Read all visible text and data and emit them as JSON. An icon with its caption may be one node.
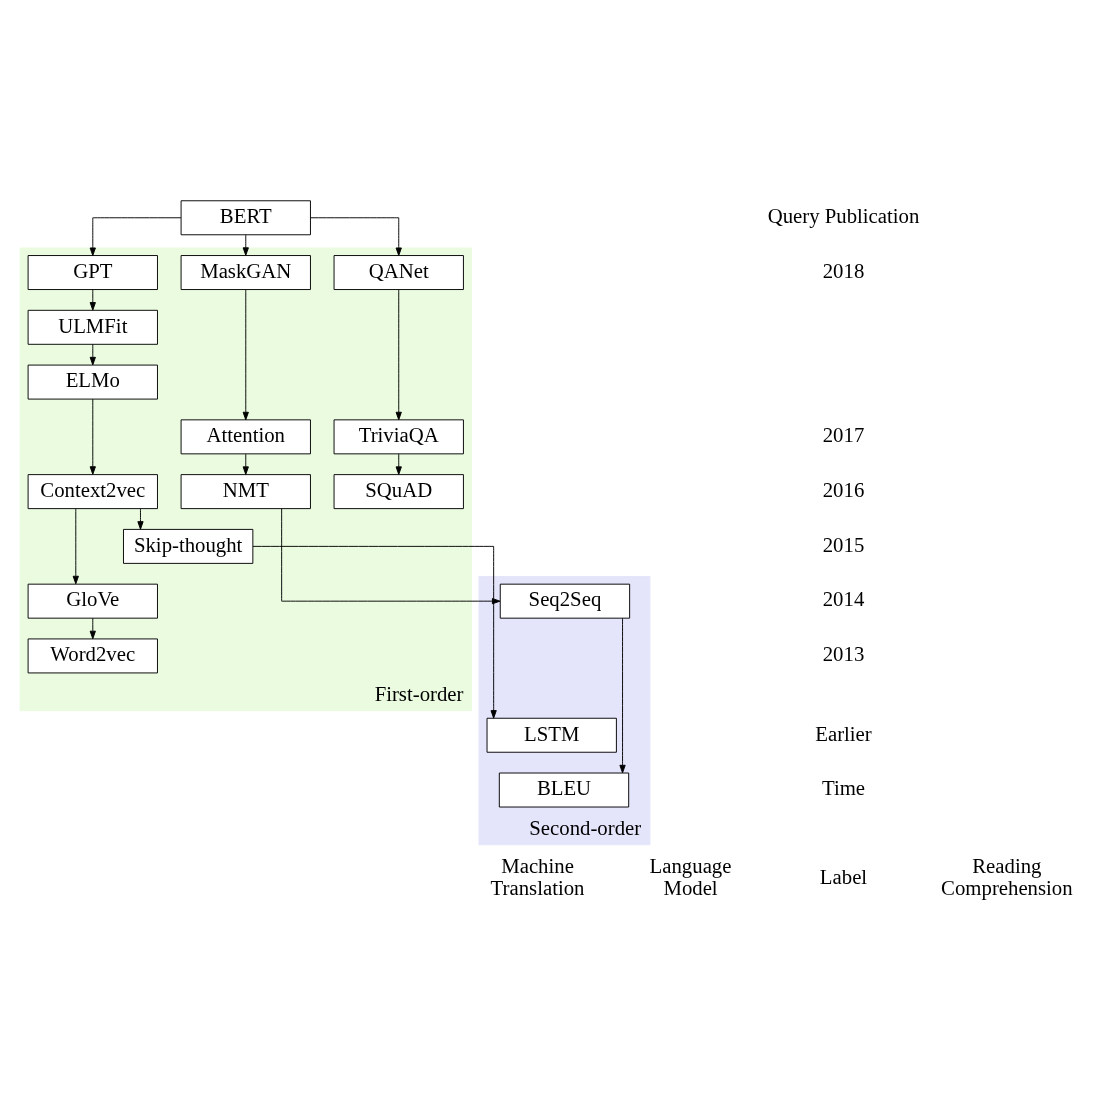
{
  "diagram": {
    "nodes": [
      {
        "text": [
          "BERT"
        ]
      },
      {
        "text": [
          "First-order"
        ]
      },
      {
        "text": [
          "MaskGAN"
        ],
        "in": 1
      },
      {
        "text": [
          "GPT"
        ],
        "in": 1
      },
      {
        "text": [
          "QANet"
        ],
        "in": 1
      },
      {
        "text": [
          "ULMFit"
        ],
        "in": 1
      },
      {
        "text": [
          "ELMo"
        ],
        "in": 1
      },
      {
        "text": [
          "Attention"
        ],
        "in": 1
      },
      {
        "text": [
          "TriviaQA"
        ],
        "in": 1
      },
      {
        "text": [
          "NMT"
        ],
        "in": 1
      },
      {
        "text": [
          "Context2vec"
        ],
        "in": 1
      },
      {
        "text": [
          "SQuAD"
        ],
        "in": 1
      },
      {
        "text": [
          "Skip-thought"
        ],
        "in": 1
      },
      {
        "text": [
          "GloVe"
        ],
        "in": 1
      },
      {
        "text": [
          "Word2vec"
        ],
        "in": 1
      },
      {
        "text": [
          "Second-order"
        ]
      },
      {
        "text": [
          "Seq2Seq"
        ],
        "in": 15
      },
      {
        "text": [
          "BLEU"
        ],
        "in": 15
      },
      {
        "text": [
          "LSTM"
        ],
        "in": 15
      }
    ],
    "edges": [
      {
        "from": 0,
        "to": 2,
        "arrow": "to"
      },
      {
        "from": 0,
        "to": 3,
        "arrow": "to"
      },
      {
        "from": 0,
        "to": 4,
        "arrow": "to"
      },
      {
        "from": 2,
        "to": 7,
        "arrow": "to"
      },
      {
        "from": 3,
        "to": 5,
        "arrow": "to"
      },
      {
        "from": 5,
        "to": 6,
        "arrow": "to"
      },
      {
        "from": 6,
        "to": 10,
        "arrow": "to"
      },
      {
        "from": 4,
        "to": 8,
        "arrow": "to"
      },
      {
        "from": 8,
        "to": 11,
        "arrow": "to"
      },
      {
        "from": 7,
        "to": 9,
        "arrow": "to"
      },
      {
        "from": 9,
        "to": 16,
        "arrow": "to"
      },
      {
        "from": 10,
        "to": 12,
        "arrow": "to"
      },
      {
        "from": 10,
        "to": 13,
        "arrow": "to"
      },
      {
        "from": 12,
        "to": 18,
        "arrow": "to"
      },
      {
        "from": 13,
        "to": 14,
        "arrow": "to"
      },
      {
        "from": 16,
        "to": 17,
        "arrow": "to"
      }
    ],
    "labels": [
      "Query Publication",
      "2018",
      "2017",
      "2016",
      "2015",
      "2014",
      "2013",
      "Earlier",
      "Machine Translation",
      "Language Model",
      "Reading Comprehension",
      "Time",
      "Label"
    ]
  }
}
